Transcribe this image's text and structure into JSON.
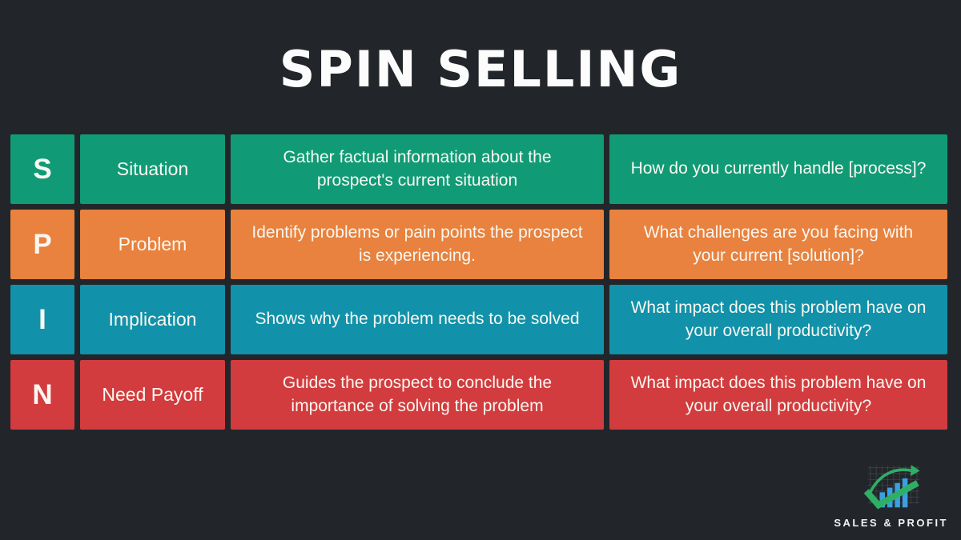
{
  "colors": {
    "background": "#22262a",
    "text": "#f7f4ef",
    "logo_green": "#2fae66",
    "logo_blue": "#3b9fe0",
    "logo_grid": "#667077"
  },
  "title": "SPIN SELLING",
  "table": {
    "rows": [
      {
        "letter": "S",
        "label": "Situation",
        "description": "Gather factual information about the prospect's current situation",
        "question": "How do you currently handle [process]?",
        "color": "#109b76"
      },
      {
        "letter": "P",
        "label": "Problem",
        "description": "Identify problems or pain points the prospect is experiencing.",
        "question": "What challenges are you facing with your current [solution]?",
        "color": "#e8823e"
      },
      {
        "letter": "I",
        "label": "Implication",
        "description": "Shows why the problem needs to be solved",
        "question": "What impact does this problem have on your overall productivity?",
        "color": "#1192aa"
      },
      {
        "letter": "N",
        "label": "Need Payoff",
        "description": "Guides the prospect to conclude the importance of solving the problem",
        "question": "What impact does this problem have on your overall productivity?",
        "color": "#d23c3e"
      }
    ]
  },
  "logo": {
    "text": "SALES & PROFIT",
    "icon": "growth-bar-chart-icon"
  }
}
